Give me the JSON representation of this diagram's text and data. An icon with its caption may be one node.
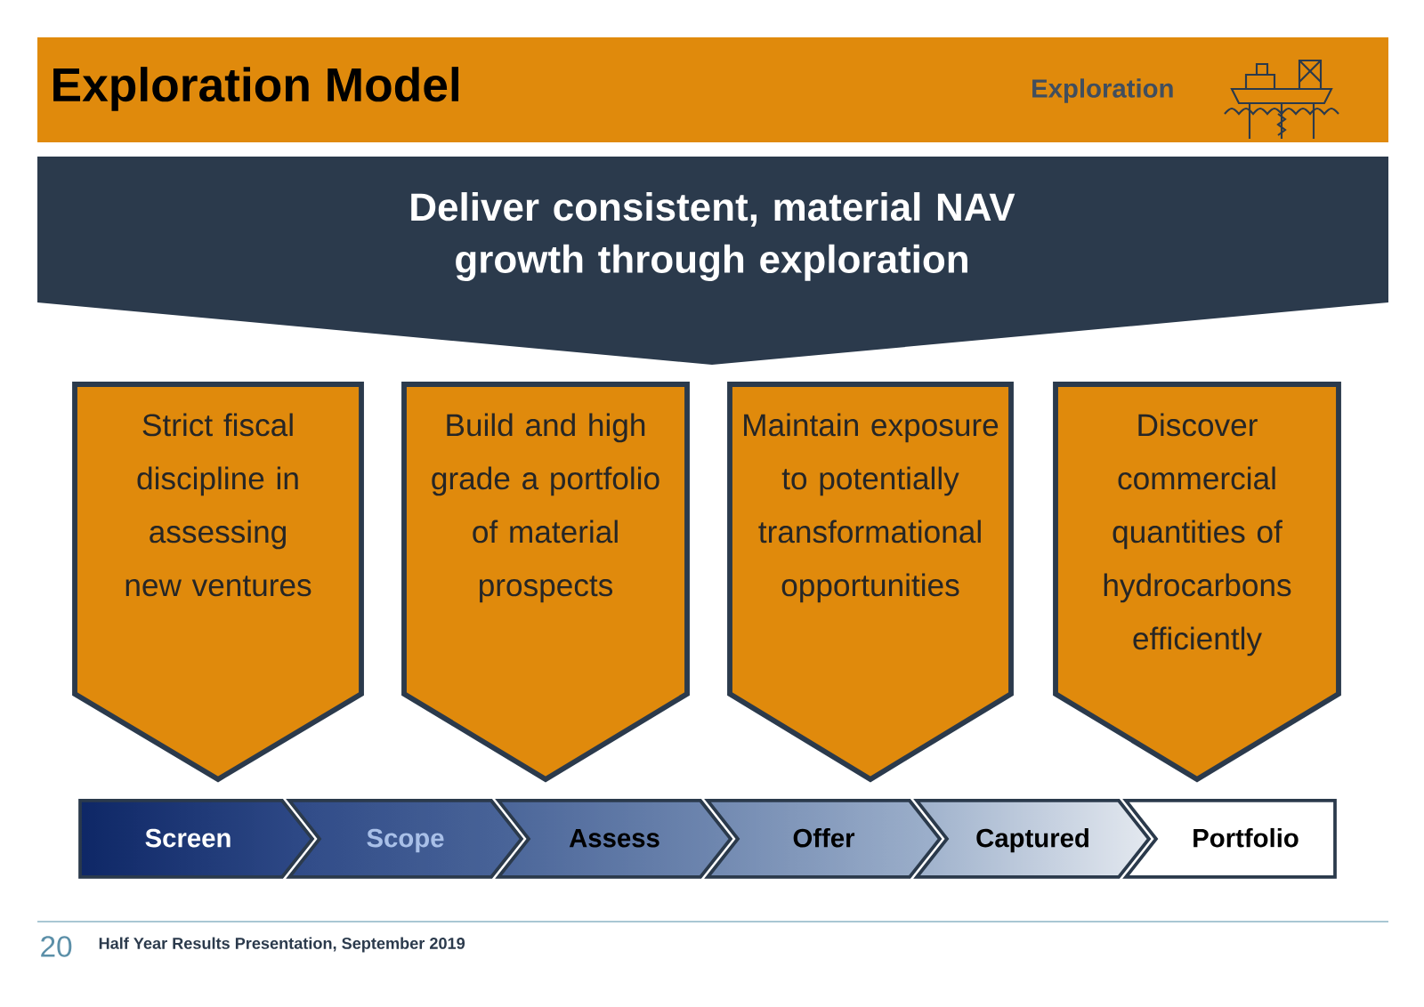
{
  "diagram": {
    "title": "Exploration Model",
    "nodes": [
      {
        "text": [
          "Deliver consistent, material NAV growth through exploration"
        ]
      },
      {
        "text": [
          "Strict fiscal discipline in assessing new ventures"
        ]
      },
      {
        "text": [
          "Build and high grade a portfolio of material prospects"
        ]
      },
      {
        "text": [
          "Maintain exposure to potentially transformational opportunities"
        ]
      },
      {
        "text": [
          "Discover commercial quantities of hydrocarbons efficiently"
        ]
      },
      {
        "text": [
          "Screen"
        ]
      },
      {
        "text": [
          "Scope"
        ]
      },
      {
        "text": [
          "Assess"
        ]
      },
      {
        "text": [
          "Offer"
        ]
      },
      {
        "text": [
          "Captured"
        ]
      },
      {
        "text": [
          "Portfolio"
        ]
      }
    ],
    "labels": [
      "Exploration",
      "20",
      "Half Year Results Presentation, September 2019"
    ]
  }
}
